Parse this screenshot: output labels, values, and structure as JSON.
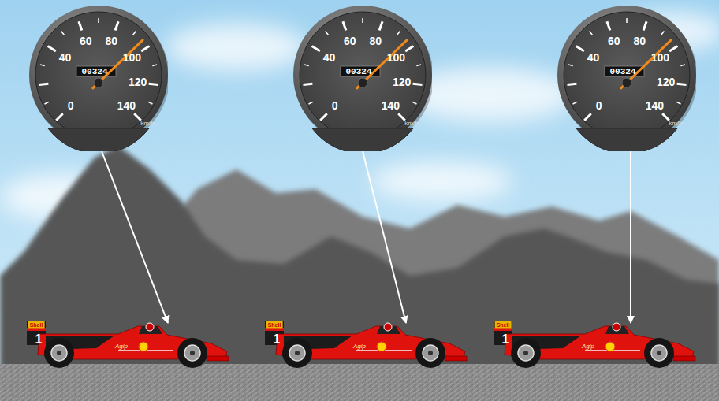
{
  "diagram": {
    "nodes": [
      {
        "text": [
          "0",
          "40",
          "60",
          "80",
          "100",
          "120",
          "140",
          "km/h",
          "00324"
        ]
      },
      {
        "text": [
          "0",
          "40",
          "60",
          "80",
          "100",
          "120",
          "140",
          "km/h",
          "00324"
        ]
      },
      {
        "text": [
          "0",
          "40",
          "60",
          "80",
          "100",
          "120",
          "140",
          "km/h",
          "00324"
        ]
      },
      {
        "text": [
          "Shell",
          "1",
          "Agip"
        ]
      },
      {
        "text": [
          "Shell",
          "1",
          "Agip"
        ]
      },
      {
        "text": [
          "Shell",
          "1",
          "Agip"
        ]
      }
    ],
    "edges": [
      {
        "from": 0,
        "to": 3,
        "arrow": "to"
      },
      {
        "from": 1,
        "to": 4,
        "arrow": "to"
      },
      {
        "from": 2,
        "to": 5,
        "arrow": "to"
      }
    ]
  }
}
